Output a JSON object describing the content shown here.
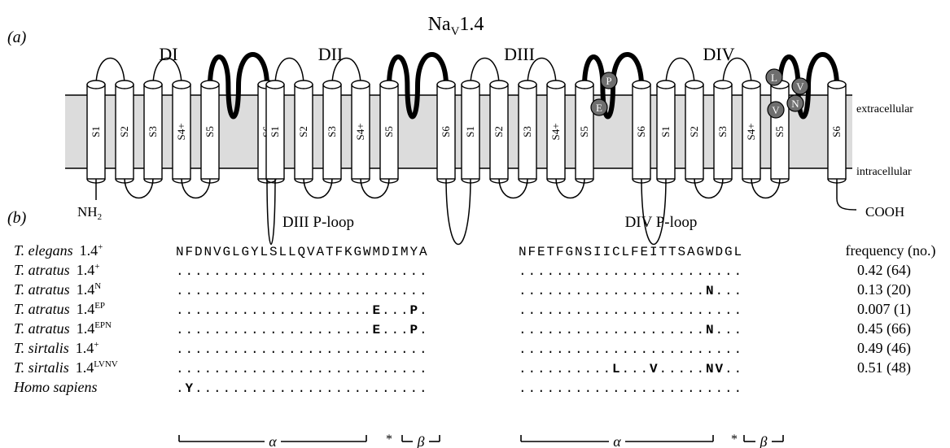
{
  "title": "Nav1.4",
  "title_main": "Na",
  "title_sub": "V",
  "title_suffix": "1.4",
  "panel_a_label": "(a)",
  "panel_b_label": "(b)",
  "domains": [
    "DI",
    "DII",
    "DIII",
    "DIV"
  ],
  "segment_labels": [
    "S1",
    "S2",
    "S3",
    "S4+",
    "S5",
    "S6"
  ],
  "membrane": {
    "extracellular": "extracellular",
    "intracellular": "intracellular"
  },
  "termini": {
    "n": "NH",
    "n_sub": "2",
    "c": "COOH"
  },
  "mutation_markers": {
    "DIII": [
      "P",
      "E"
    ],
    "DIV": [
      "L",
      "V",
      "V",
      "N"
    ]
  },
  "alignment": {
    "region_titles": [
      "DIII P-loop",
      "DIV P-loop"
    ],
    "frequency_header": "frequency (no.)",
    "rows": [
      {
        "species": "T. elegans",
        "allele": "1.4",
        "sup": "+",
        "diii": "NFDNVGLGYLSLLQVATFKGWMDIMYA",
        "div": "NFETFGNSIICLFEITTSAGWDGL",
        "freq": ""
      },
      {
        "species": "T. atratus",
        "allele": "1.4",
        "sup": "+",
        "diii": "...........................",
        "div": "........................",
        "freq": "0.42 (64)"
      },
      {
        "species": "T. atratus",
        "allele": "1.4",
        "sup": "N",
        "diii": "...........................",
        "div": "....................N...",
        "freq": "0.13 (20)"
      },
      {
        "species": "T. atratus",
        "allele": "1.4",
        "sup": "EP",
        "diii": ".....................E...P.",
        "div": "........................",
        "freq": "0.007 (1)"
      },
      {
        "species": "T. atratus",
        "allele": "1.4",
        "sup": "EPN",
        "diii": ".....................E...P.",
        "div": "....................N...",
        "freq": "0.45 (66)"
      },
      {
        "species": "T. sirtalis",
        "allele": "1.4",
        "sup": "+",
        "diii": "...........................",
        "div": "........................",
        "freq": "0.49 (46)"
      },
      {
        "species": "T. sirtalis",
        "allele": "1.4",
        "sup": "LVNV",
        "diii": "...........................",
        "div": "..........L...V.....NV..",
        "freq": "0.51 (48)"
      },
      {
        "species": "Homo sapiens",
        "allele": "",
        "sup": "",
        "diii": ".Y.........................",
        "div": "........................",
        "freq": ""
      }
    ],
    "structure_labels": {
      "alpha": "α",
      "beta": "β",
      "star": "*"
    }
  }
}
